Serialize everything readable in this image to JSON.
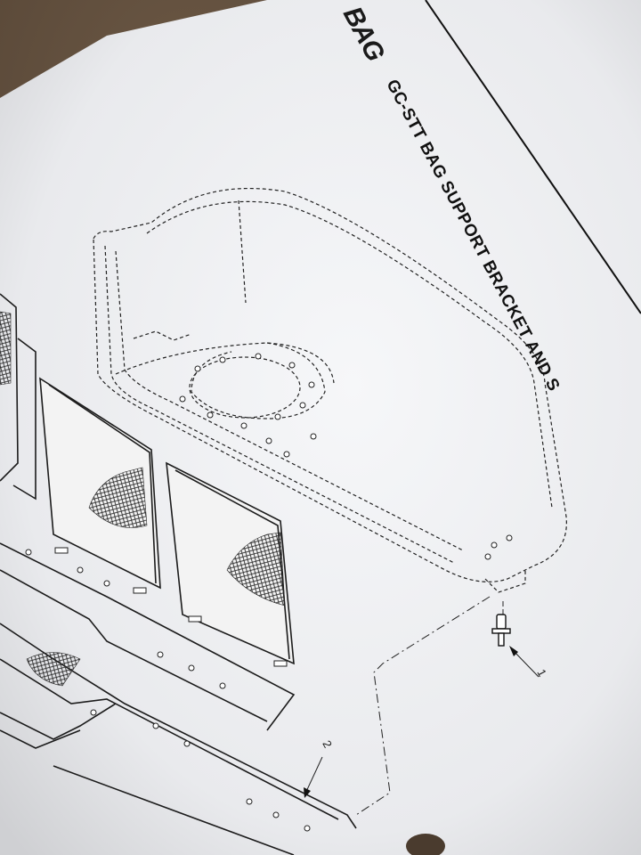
{
  "document": {
    "brand": "BAG",
    "title": "GC-STT  BAG  SUPPORT  BRACKET  AND  S",
    "callouts": [
      "1",
      "2"
    ]
  },
  "colors": {
    "paper": "#f1f2f4",
    "ink": "#1c1c1c",
    "desk": "#4a3b2e"
  }
}
